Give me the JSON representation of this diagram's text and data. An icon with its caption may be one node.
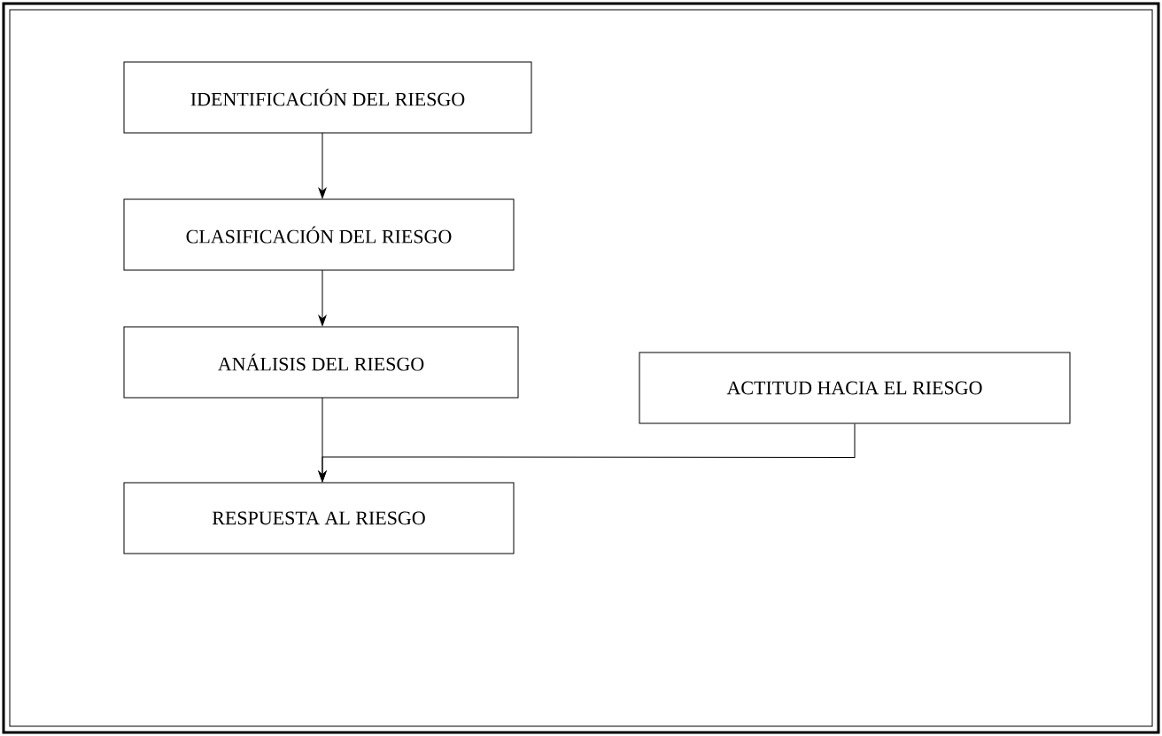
{
  "diagram": {
    "nodes": [
      {
        "text": [
          "IDENTIFICACIÓN DEL RIESGO"
        ]
      },
      {
        "text": [
          "CLASIFICACIÓN DEL RIESGO"
        ]
      },
      {
        "text": [
          "ANÁLISIS DEL RIESGO"
        ]
      },
      {
        "text": [
          "ACTITUD HACIA EL RIESGO"
        ]
      },
      {
        "text": [
          "RESPUESTA AL RIESGO"
        ]
      }
    ],
    "edges": [
      {
        "from": 0,
        "to": 1,
        "arrow": "to"
      },
      {
        "from": 1,
        "to": 2,
        "arrow": "to"
      },
      {
        "from": 2,
        "to": 4,
        "arrow": "to"
      },
      {
        "from": 3,
        "to": 4,
        "arrow": "to"
      }
    ]
  }
}
